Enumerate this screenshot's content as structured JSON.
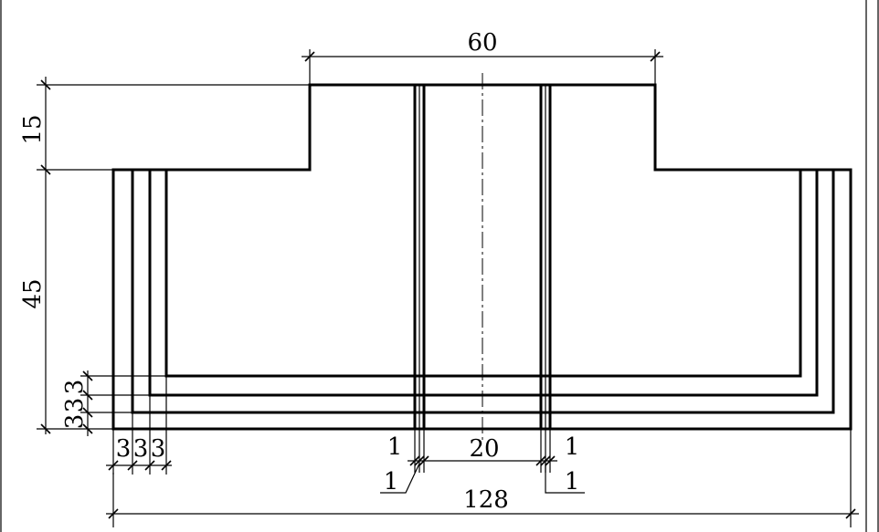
{
  "dimensions": {
    "top_width": "60",
    "top_height": "15",
    "body_height": "45",
    "total_width": "128",
    "gap_between_slots": "20",
    "layer_left_1": "3",
    "layer_left_2": "3",
    "layer_left_3": "3",
    "layer_bottom_1": "3",
    "layer_bottom_2": "3",
    "layer_bottom_3": "3",
    "slot_left_upper": "1",
    "slot_left_lower": "1",
    "slot_right_upper": "1",
    "slot_right_lower": "1"
  }
}
